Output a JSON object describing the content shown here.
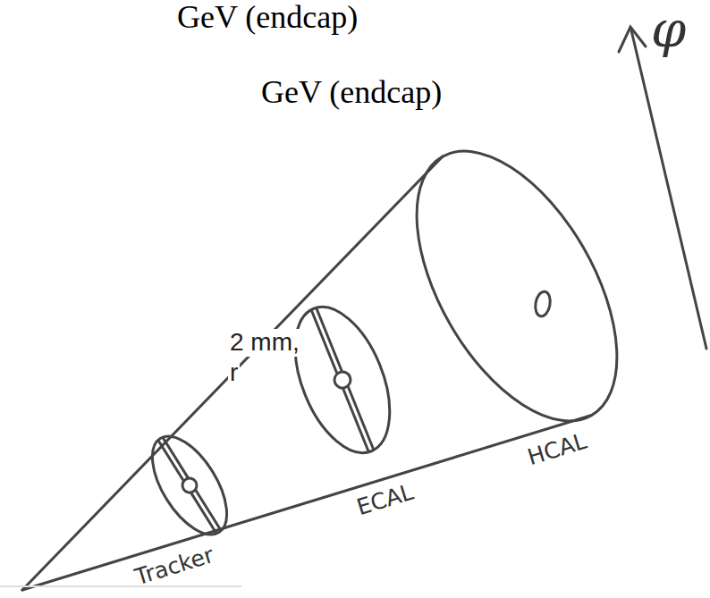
{
  "diagram": {
    "labels": [
      "GeV (endcap)",
      "GeV (endcap)",
      "2 mm,",
      "r",
      "Tracker",
      "ECAL",
      "HCAL",
      "φ"
    ]
  }
}
